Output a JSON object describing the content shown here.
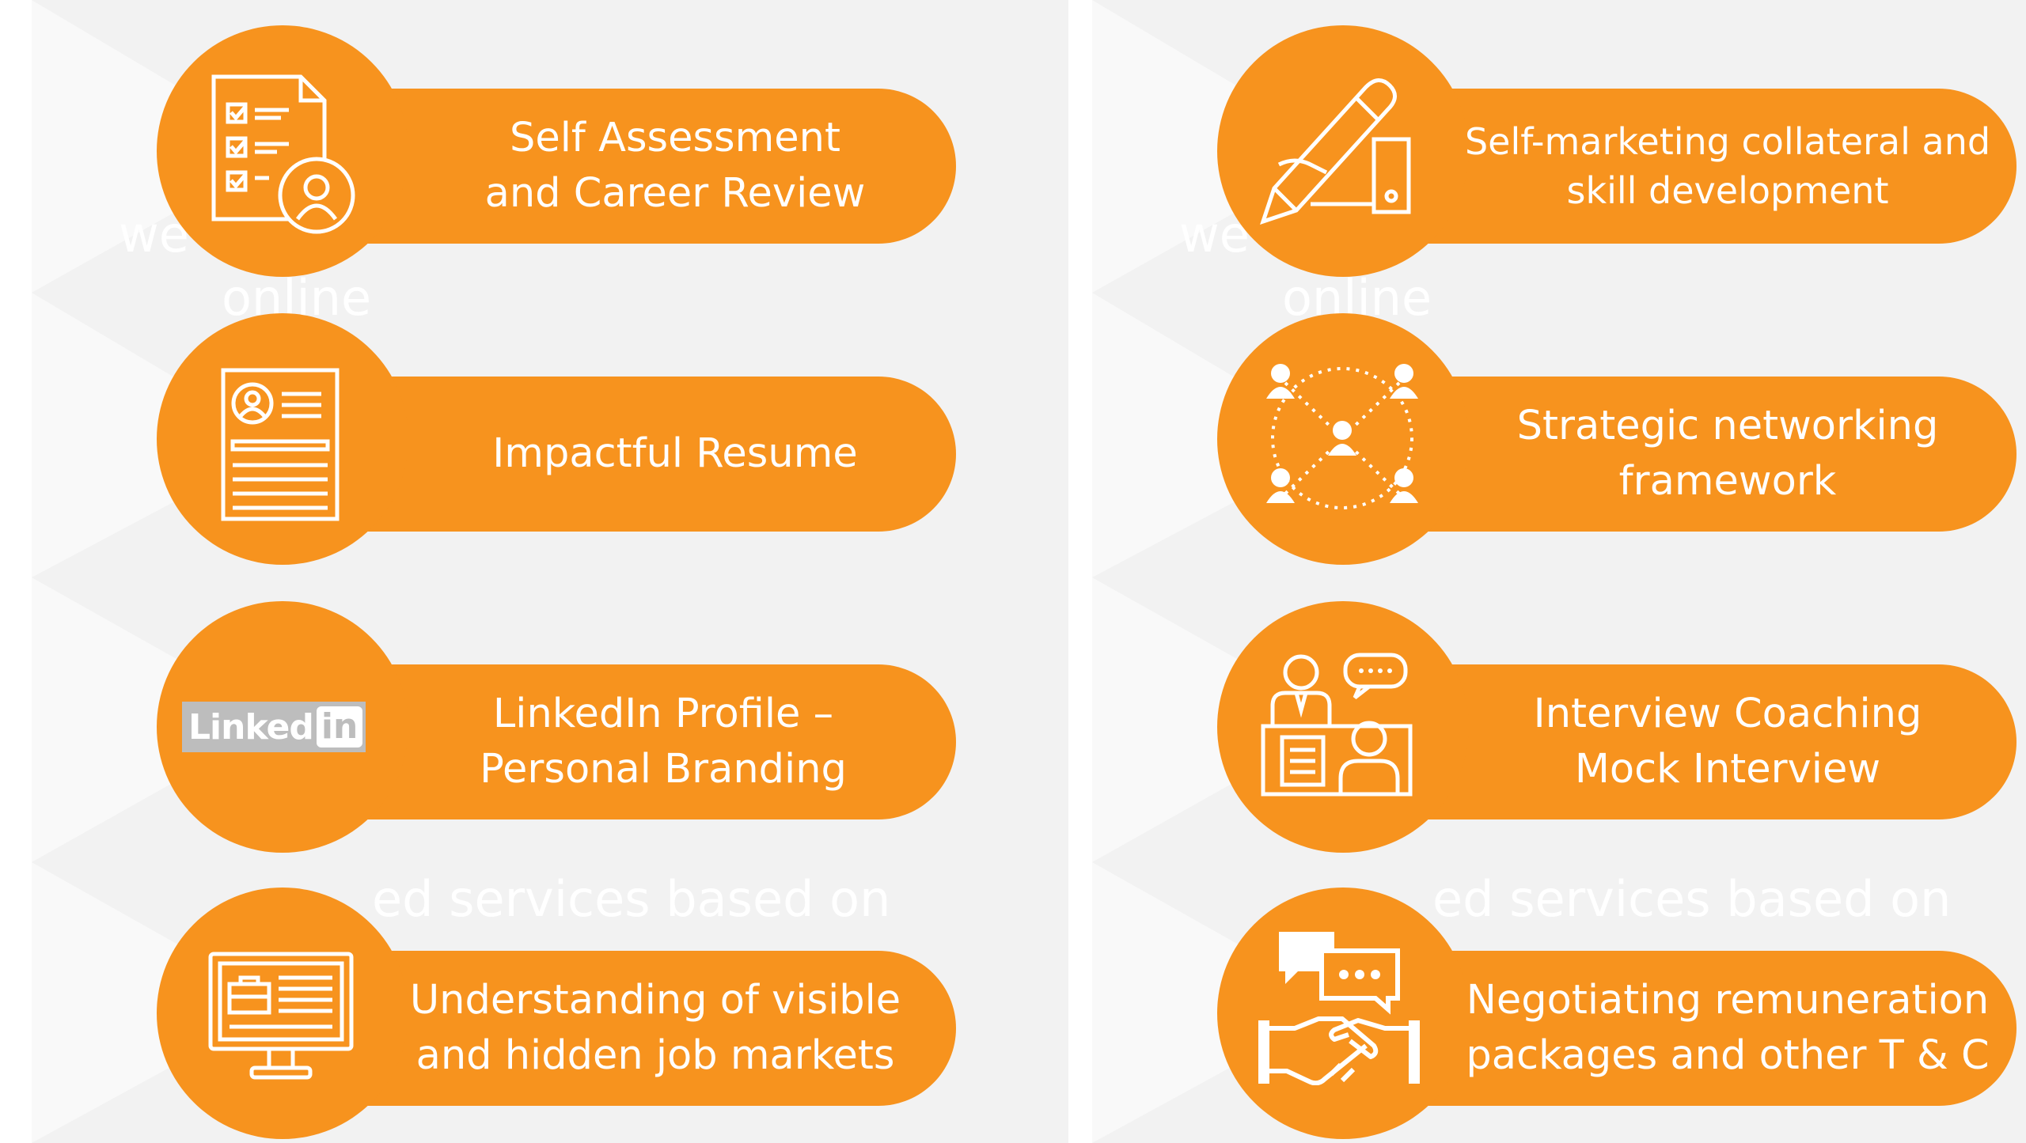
{
  "colors": {
    "accent": "#F7931E",
    "background_panel": "#F2F2F2",
    "text": "#FFFFFF"
  },
  "left_column": {
    "items": [
      {
        "label": "Self Assessment\nand Career Review",
        "icon": "checklist-profile-icon"
      },
      {
        "label": "Impactful Resume",
        "icon": "resume-icon"
      },
      {
        "label": "LinkedIn Profile –\nPersonal Branding",
        "icon": "linkedin-logo",
        "logo_text": "Linked",
        "logo_in": "in"
      },
      {
        "label": "Understanding of visible\nand hidden job markets",
        "icon": "monitor-briefcase-icon"
      }
    ]
  },
  "right_column": {
    "items": [
      {
        "label": "Self-marketing collateral and\nskill development",
        "icon": "pencil-hand-icon"
      },
      {
        "label": "Strategic networking\nframework",
        "icon": "network-people-icon"
      },
      {
        "label": "Interview Coaching\nMock Interview",
        "icon": "interview-icon"
      },
      {
        "label": "Negotiating remuneration\npackages and other T & C",
        "icon": "handshake-chat-icon"
      }
    ]
  },
  "ghost_text": {
    "left_top_a": "we",
    "left_top_b": "online",
    "right_top_a": "we",
    "right_top_b": "online",
    "left_bottom": "ed services based on",
    "right_bottom": "ed services based on"
  }
}
